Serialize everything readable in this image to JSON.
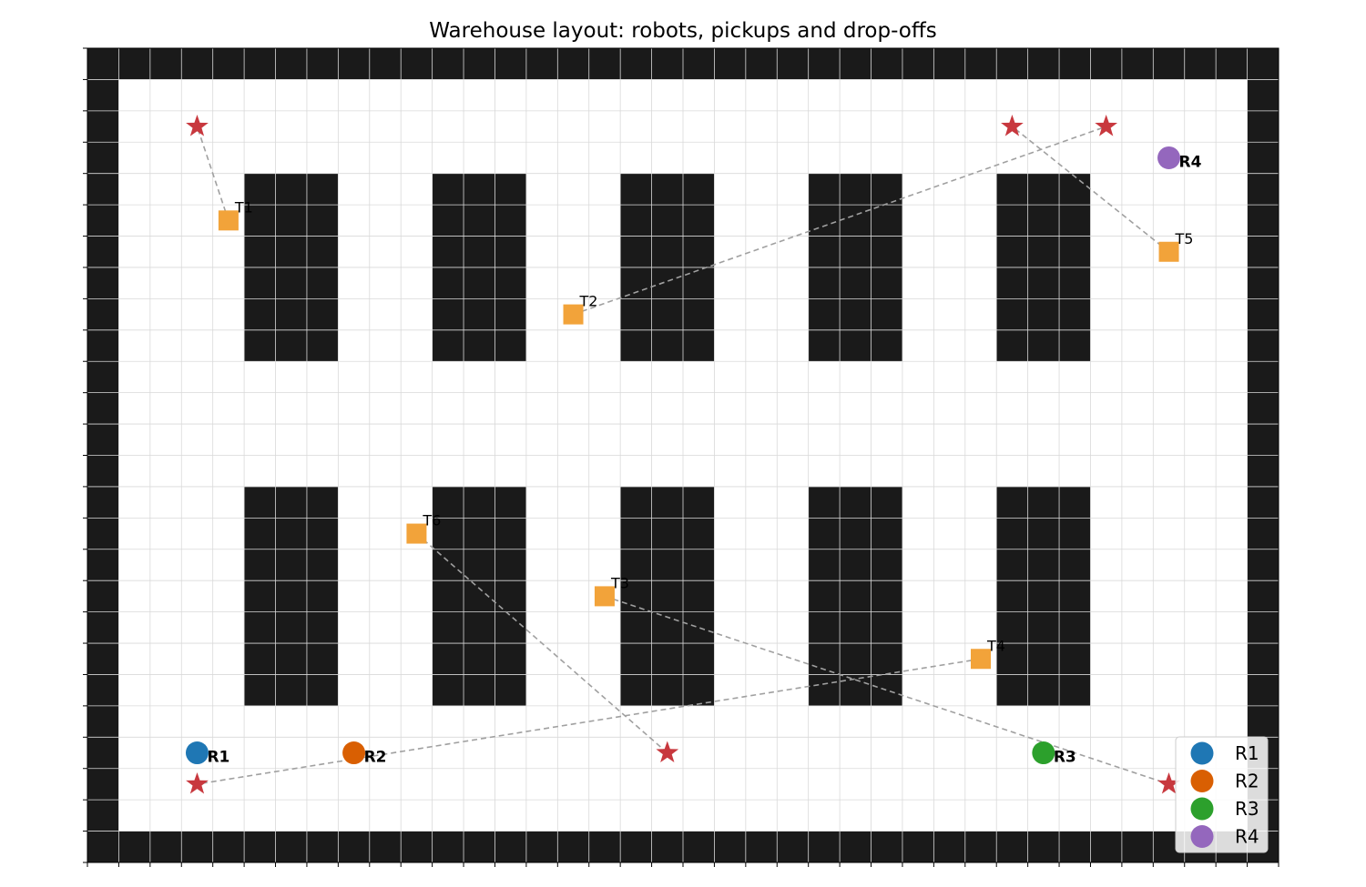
{
  "chart_data": {
    "type": "scatter",
    "title": "Warehouse layout: robots, pickups and drop-offs",
    "grid": {
      "cols": 38,
      "rows": 26,
      "show_gridlines": true
    },
    "x_range": [
      0,
      38
    ],
    "y_range": [
      0,
      26
    ],
    "walls": {
      "border_thickness": 1
    },
    "shelves": [
      {
        "x0": 5,
        "x1": 8,
        "y0": 16,
        "y1": 22
      },
      {
        "x0": 11,
        "x1": 14,
        "y0": 16,
        "y1": 22
      },
      {
        "x0": 17,
        "x1": 20,
        "y0": 16,
        "y1": 22
      },
      {
        "x0": 23,
        "x1": 26,
        "y0": 16,
        "y1": 22
      },
      {
        "x0": 29,
        "x1": 32,
        "y0": 16,
        "y1": 22
      },
      {
        "x0": 5,
        "x1": 8,
        "y0": 5,
        "y1": 12
      },
      {
        "x0": 11,
        "x1": 14,
        "y0": 5,
        "y1": 12
      },
      {
        "x0": 17,
        "x1": 20,
        "y0": 5,
        "y1": 12
      },
      {
        "x0": 23,
        "x1": 26,
        "y0": 5,
        "y1": 12
      },
      {
        "x0": 29,
        "x1": 32,
        "y0": 5,
        "y1": 12
      }
    ],
    "robots": [
      {
        "name": "R1",
        "x": 3.5,
        "y": 3.5,
        "color": "#1f77b4"
      },
      {
        "name": "R2",
        "x": 8.5,
        "y": 3.5,
        "color": "#d95f02"
      },
      {
        "name": "R3",
        "x": 30.5,
        "y": 3.5,
        "color": "#2ca02c"
      },
      {
        "name": "R4",
        "x": 34.5,
        "y": 22.5,
        "color": "#9467bd"
      }
    ],
    "tasks": [
      {
        "name": "T1",
        "pickup": [
          4.5,
          20.5
        ],
        "dropoff": [
          3.5,
          23.5
        ]
      },
      {
        "name": "T2",
        "pickup": [
          15.5,
          17.5
        ],
        "dropoff": [
          32.5,
          23.5
        ]
      },
      {
        "name": "T3",
        "pickup": [
          16.5,
          8.5
        ],
        "dropoff": [
          34.5,
          2.5
        ]
      },
      {
        "name": "T4",
        "pickup": [
          28.5,
          6.5
        ],
        "dropoff": [
          3.5,
          2.5
        ]
      },
      {
        "name": "T5",
        "pickup": [
          34.5,
          19.5
        ],
        "dropoff": [
          29.5,
          23.5
        ]
      },
      {
        "name": "T6",
        "pickup": [
          10.5,
          10.5
        ],
        "dropoff": [
          18.5,
          3.5
        ]
      }
    ],
    "colors": {
      "wall": "#1a1a1a",
      "shelf": "#1a1a1a",
      "gridline": "#d9d9d9",
      "pickup": "#f2a33a",
      "dropoff": "#c8383e",
      "link": "#a0a0a0"
    },
    "legend": {
      "position": "lower-right",
      "entries": [
        "R1",
        "R2",
        "R3",
        "R4"
      ]
    }
  }
}
